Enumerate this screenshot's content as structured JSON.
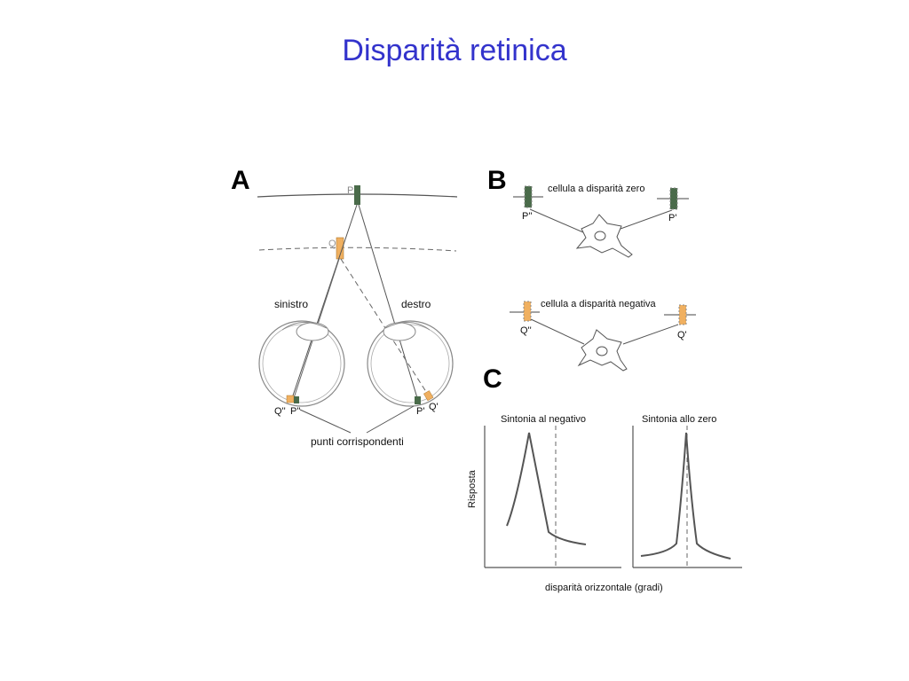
{
  "slide": {
    "title": "Disparità retinica"
  },
  "panel_a": {
    "letter": "A",
    "point_p": "P",
    "point_q": "Q",
    "left_eye": "sinistro",
    "right_eye": "destro",
    "left_q": "Q''",
    "left_p": "P''",
    "right_p": "P'",
    "right_q": "Q'",
    "caption": "punti corrispondenti"
  },
  "panel_b": {
    "letter": "B",
    "cell_zero_label": "cellula a disparità zero",
    "cell_zero_left": "P''",
    "cell_zero_right": "P'",
    "cell_neg_label": "cellula a disparità negativa",
    "cell_neg_left": "Q''",
    "cell_neg_right": "Q'"
  },
  "panel_c": {
    "letter": "C",
    "plot_left_title": "Sintonia al negativo",
    "plot_right_title": "Sintonia allo zero",
    "ylabel": "Risposta",
    "xlabel": "disparità orizzontale (gradi)"
  },
  "colors": {
    "title": "#3333cc",
    "p_marker": "#4a6b4a",
    "q_marker": "#f0b060"
  }
}
